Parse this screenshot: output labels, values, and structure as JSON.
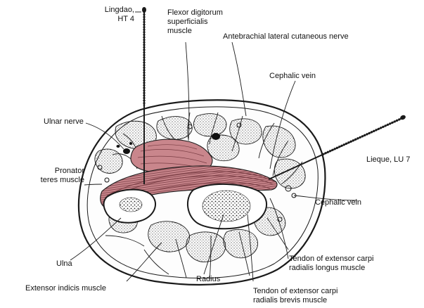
{
  "figure": {
    "palette": {
      "ink": "#1a1a1a",
      "muscle_pink": "#c9868c",
      "muscle_dark": "#7a3d44",
      "bone_fill": "#ffffff",
      "paper": "#ffffff"
    },
    "labels": {
      "lingdao": [
        "Lingdao,",
        "HT 4"
      ],
      "fds": [
        "Flexor digitorum",
        "superficialis",
        "muscle"
      ],
      "abl_nerve": "Antebrachial lateral cutaneous nerve",
      "cephalic_top": "Cephalic vein",
      "ulnar_nerve": "Ulnar nerve",
      "lieque": "Lieque, LU 7",
      "pronator": [
        "Pronator",
        "teres muscle"
      ],
      "cephalic_right": "Cephalic vein",
      "ulna": "Ulna",
      "ecrl": [
        "Tendon of extensor carpi",
        "radialis longus muscle"
      ],
      "extensor_indicis": "Extensor indicis muscle",
      "radius": "Radius",
      "ecrb": [
        "Tendon of extensor carpi",
        "radialis brevis muscle"
      ]
    }
  }
}
